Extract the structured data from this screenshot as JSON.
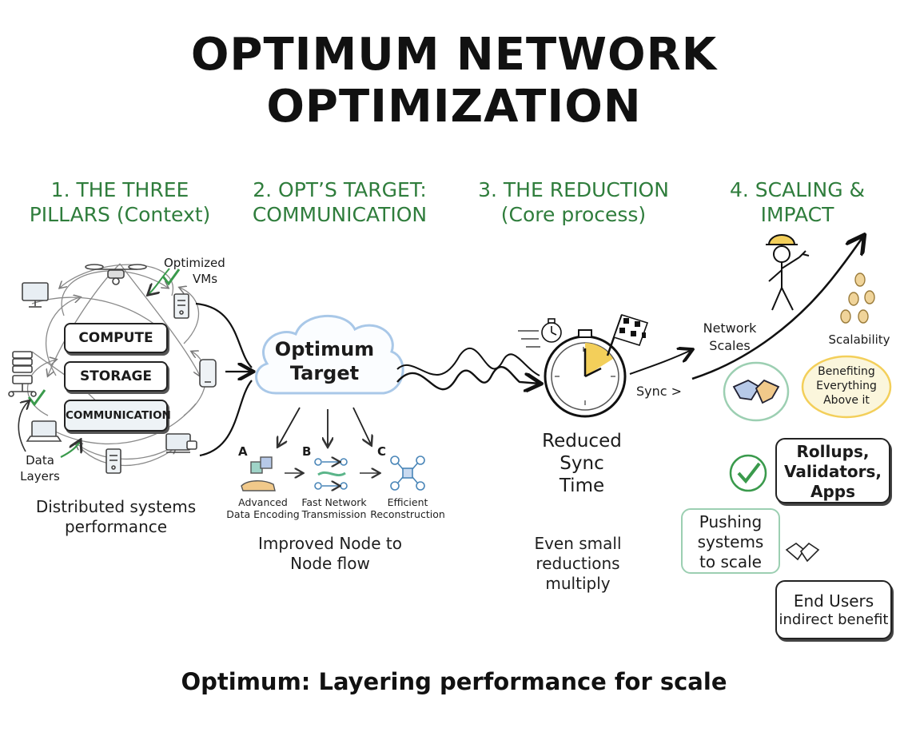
{
  "title": "OPTIMUM NETWORK OPTIMIZATION",
  "sections": [
    {
      "line1": "1. THE THREE",
      "line2": "PILLARS (Context)"
    },
    {
      "line1": "2. OPT’S TARGET:",
      "line2": "COMMUNICATION"
    },
    {
      "line1": "3. THE REDUCTION",
      "line2": "(Core process)"
    },
    {
      "line1": "4. SCALING &",
      "line2": "IMPACT"
    }
  ],
  "pillars": {
    "optimized_vms": [
      "Optimized",
      "VMs"
    ],
    "stack": [
      "COMPUTE",
      "STORAGE",
      "COMMUNICATION"
    ],
    "data_layers": [
      "Data",
      "Layers"
    ],
    "caption": [
      "Distributed systems",
      "performance"
    ]
  },
  "target": {
    "cloud": [
      "Optimum",
      "Target"
    ],
    "steps": [
      {
        "letter": "A",
        "label": [
          "Advanced",
          "Data Encoding"
        ]
      },
      {
        "letter": "B",
        "label": [
          "Fast Network",
          "Transmission"
        ]
      },
      {
        "letter": "C",
        "label": [
          "Efficient",
          "Reconstruction"
        ]
      }
    ],
    "caption": [
      "Improved Node to",
      "Node flow"
    ]
  },
  "reduction": {
    "result": [
      "Reduced",
      "Sync",
      "Time"
    ],
    "caption": [
      "Even small",
      "reductions",
      "multiply"
    ],
    "sync_label": "Sync >"
  },
  "scaling": {
    "network_scales": [
      "Network",
      "Scales"
    ],
    "scalability": "Scalability",
    "benefiting": [
      "Benefiting",
      "Everything",
      "Above it"
    ],
    "rollups": [
      "Rollups,",
      "Validators,",
      "Apps"
    ],
    "pushing": [
      "Pushing",
      "systems",
      "to scale"
    ],
    "end_users": [
      "End Users",
      "indirect benefit"
    ]
  },
  "footer": "Optimum: Layering performance for scale",
  "colors": {
    "section_green": "#2f7d3c",
    "check_green": "#3a9a4c",
    "cloud_blue": "#a9c8e8",
    "clock_yellow": "#f3cf5a",
    "badge_green": "#9ccfb2"
  }
}
